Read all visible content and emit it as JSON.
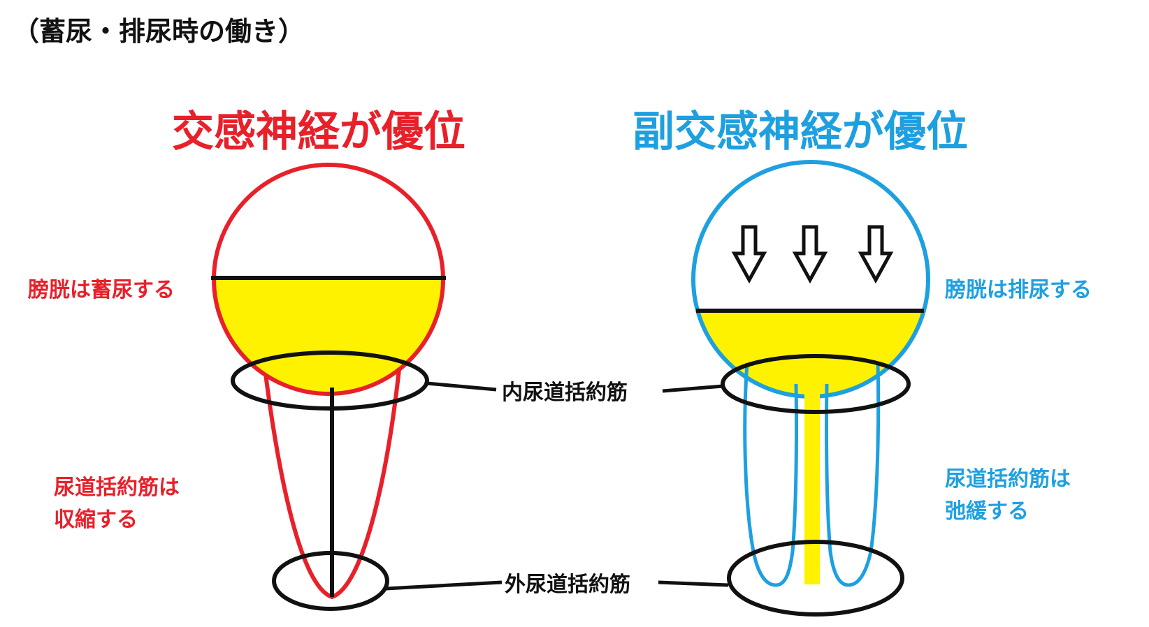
{
  "title": "（蓄尿・排尿時の働き）",
  "left_panel": {
    "heading": "交感神経が優位",
    "bladder_label": "膀胱は蓄尿する",
    "sphincter_label_line1": "尿道括約筋は",
    "sphincter_label_line2": "収縮する"
  },
  "right_panel": {
    "heading": "副交感神経が優位",
    "bladder_label": "膀胱は排尿する",
    "sphincter_label_line1": "尿道括約筋は",
    "sphincter_label_line2": "弛緩する"
  },
  "shared_labels": {
    "internal_sphincter": "内尿道括約筋",
    "external_sphincter": "外尿道括約筋"
  },
  "colors": {
    "sympathetic": "#e8202a",
    "parasympathetic": "#1ea0e0",
    "urine": "#fff200",
    "outline": "#111111"
  }
}
